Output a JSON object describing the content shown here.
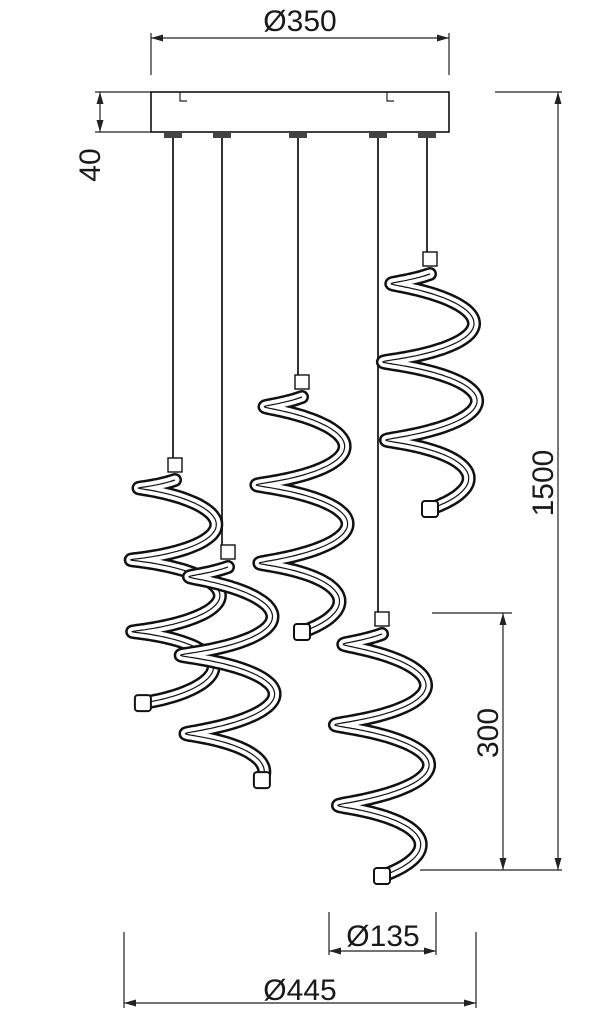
{
  "dimensions": {
    "canopy_diameter": "Ø350",
    "canopy_height": "40",
    "total_height": "1500",
    "pendant_height": "300",
    "pendant_diameter": "Ø135",
    "overall_diameter": "Ø445"
  },
  "pendants": {
    "count": 5
  },
  "colors": {
    "line": "#111111",
    "background": "#ffffff"
  }
}
